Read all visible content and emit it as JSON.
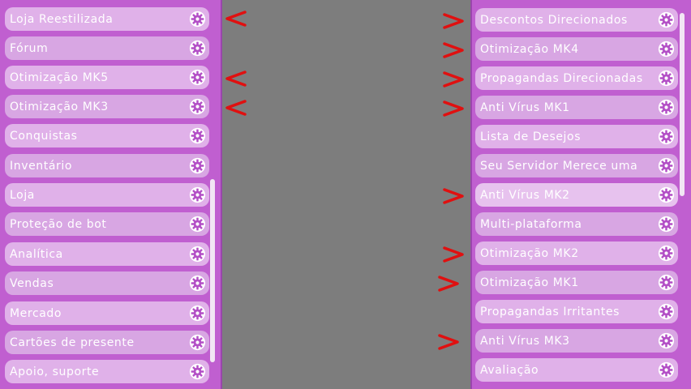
{
  "left_panel": {
    "items": [
      {
        "label": "Loja Reestilizada"
      },
      {
        "label": "Fórum"
      },
      {
        "label": "Otimização MK5"
      },
      {
        "label": "Otimização MK3"
      },
      {
        "label": "Conquistas"
      },
      {
        "label": "Inventário"
      },
      {
        "label": "Loja"
      },
      {
        "label": "Proteção de bot"
      },
      {
        "label": "Analítica"
      },
      {
        "label": "Vendas"
      },
      {
        "label": "Mercado"
      },
      {
        "label": "Cartões de presente"
      },
      {
        "label": "Apoio, suporte"
      }
    ]
  },
  "right_panel": {
    "items": [
      {
        "label": "Descontos Direcionados"
      },
      {
        "label": "Otimização MK4"
      },
      {
        "label": "Propagandas Direcionadas"
      },
      {
        "label": "Anti Vírus MK1"
      },
      {
        "label": "Lista de Desejos"
      },
      {
        "label": "Seu Servidor Merece uma"
      },
      {
        "label": "Anti Vírus MK2"
      },
      {
        "label": "Multi-plataforma"
      },
      {
        "label": "Otimização MK2"
      },
      {
        "label": "Otimização MK1"
      },
      {
        "label": "Propagandas Irritantes"
      },
      {
        "label": "Anti Vírus MK3"
      },
      {
        "label": "Avaliação"
      }
    ]
  },
  "icons": {
    "item_icon": "gear-icon",
    "annotation_icon": "red-arrow-icon"
  },
  "colors": {
    "panel_bg": "#c05fd0",
    "item_bg": "#e0b1e9",
    "item_text": "#ffffff",
    "gear": "#b34fc6",
    "arrow": "#e01010",
    "background": "#7d7d7d"
  }
}
